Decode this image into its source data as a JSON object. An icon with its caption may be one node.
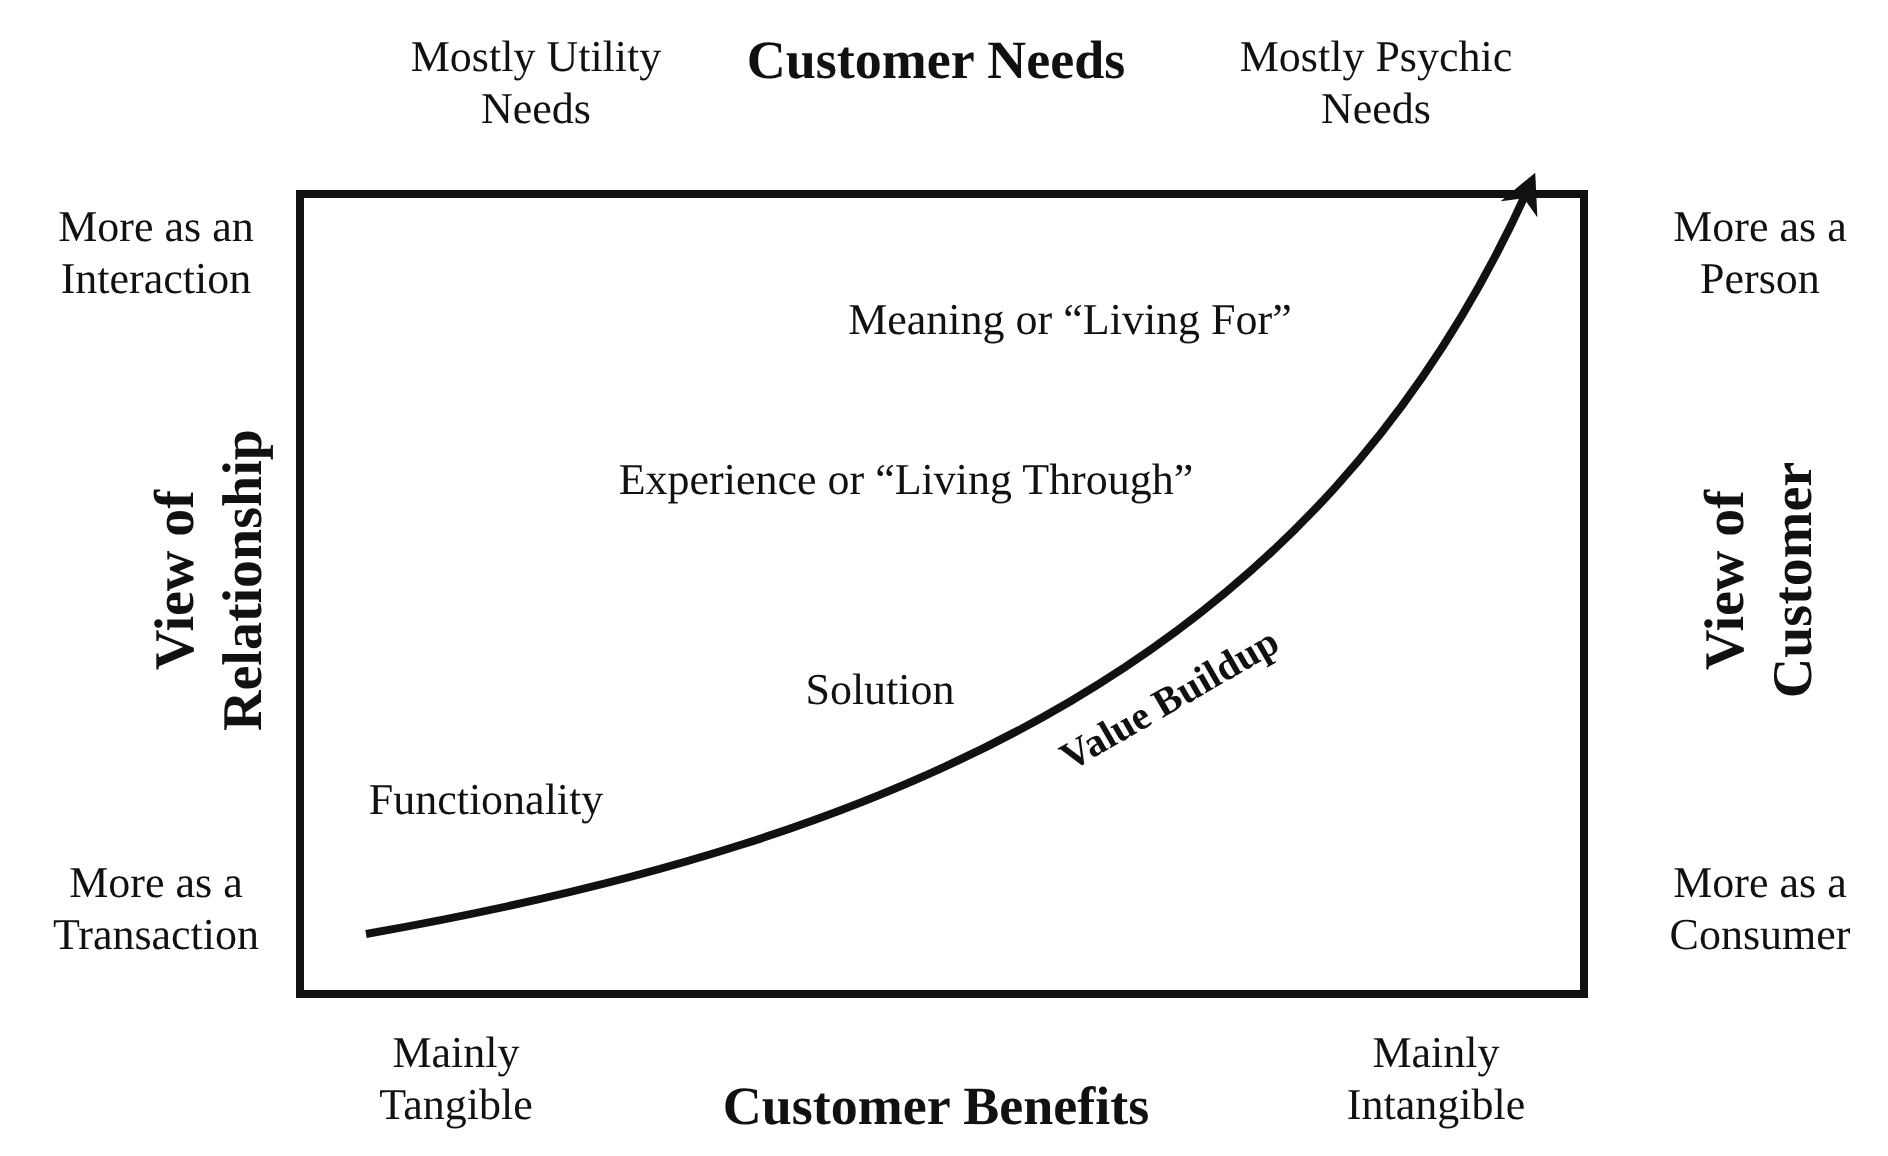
{
  "diagram": {
    "labels": [
      "Mostly Utility Needs",
      "Customer Needs",
      "Mostly Psychic Needs",
      "More as an Interaction",
      "More as a Person",
      "Meaning or “Living For”",
      "View of Relationship",
      "Experience or “Living Through”",
      "View of Customer",
      "Value Buildup",
      "Solution",
      "Functionality",
      "More as a Transaction",
      "More as a Consumer",
      "Mainly Tangible",
      "Customer Benefits",
      "Mainly Intangible"
    ]
  }
}
